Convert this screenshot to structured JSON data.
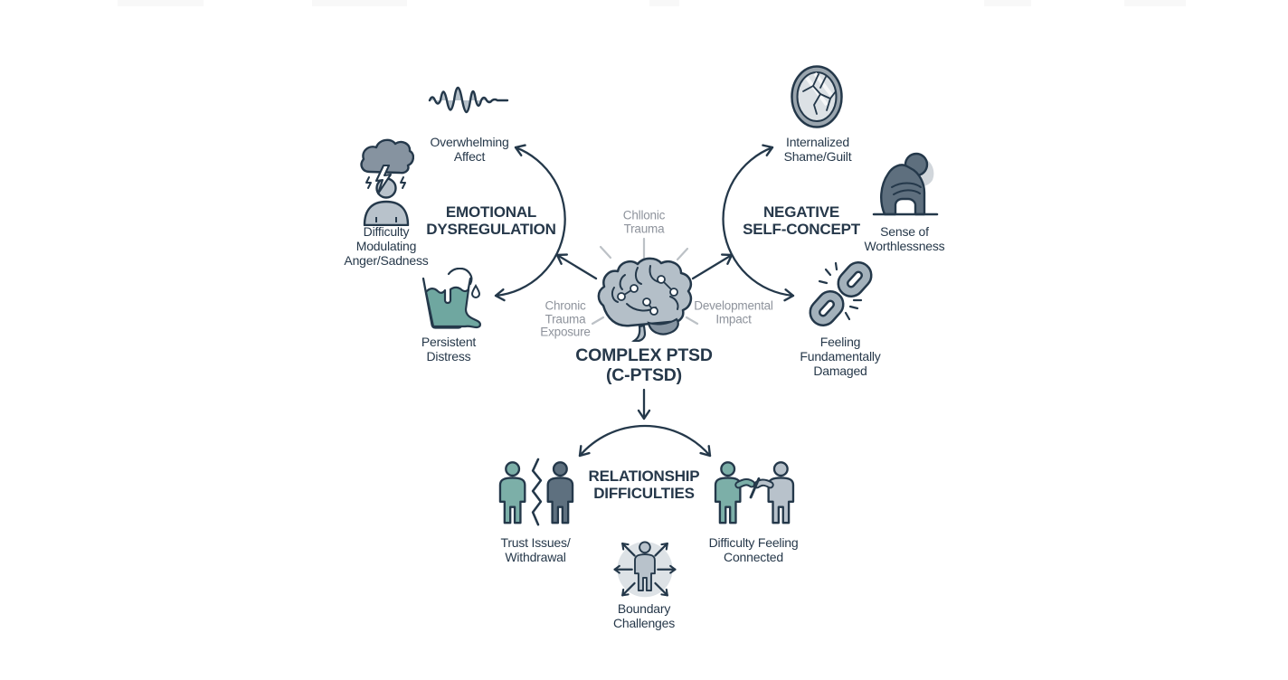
{
  "diagram": {
    "title_name": "Complex PTSD diagram",
    "center": {
      "icon": "brain-icon",
      "label_top": "Chllonic\nTrauma",
      "label_left": "Chronic\nTrauma\nExposure",
      "label_right": "Developmental\nImpact",
      "title": "COMPLEX PTSD\n(C-PTSD)"
    },
    "clusters": {
      "emotional_dysregulation": {
        "heading": "EMOTIONAL\nDYSREGULATION",
        "items": {
          "overwhelming_affect": {
            "icon": "waveform-icon",
            "label": "Overwhelming\nAffect"
          },
          "difficulty_modulating": {
            "icon": "storm-cloud-person-icon",
            "label": "Difficulty\nModulating\nAnger/Sadness"
          },
          "persistent_distress": {
            "icon": "overflowing-glass-icon",
            "label": "Persistent\nDistress"
          }
        }
      },
      "negative_self_concept": {
        "heading": "NEGATIVE\nSELF-CONCEPT",
        "items": {
          "internalized_shame": {
            "icon": "cracked-mirror-icon",
            "label": "Internalized\nShame/Guilt"
          },
          "sense_of_worthlessness": {
            "icon": "hunched-person-icon",
            "label": "Sense of\nWorthlessness"
          },
          "fundamentally_damaged": {
            "icon": "broken-chain-icon",
            "label": "Feeling\nFundamentally\nDamaged"
          }
        }
      },
      "relationship_difficulties": {
        "heading": "RELATIONSHIP\nDIFFICULTIES",
        "items": {
          "trust_issues": {
            "icon": "divided-people-icon",
            "label": "Trust Issues/\nWithdrawal"
          },
          "difficulty_connected": {
            "icon": "disconnected-people-icon",
            "label": "Difficulty Feeling\nConnected"
          },
          "boundary_challenges": {
            "icon": "boundary-person-icon",
            "label": "Boundary\nChallenges"
          }
        }
      }
    },
    "colors": {
      "ink": "#24384a",
      "muted_text": "#8e939c",
      "teal": "#74a8a1",
      "blue_gray": "#b6c1ca",
      "slate": "#5e707f",
      "cloud_gray": "#8693a0",
      "light_panel": "#dde2e6",
      "dash_gray": "#bcc1c6",
      "background": "#ffffff"
    }
  }
}
